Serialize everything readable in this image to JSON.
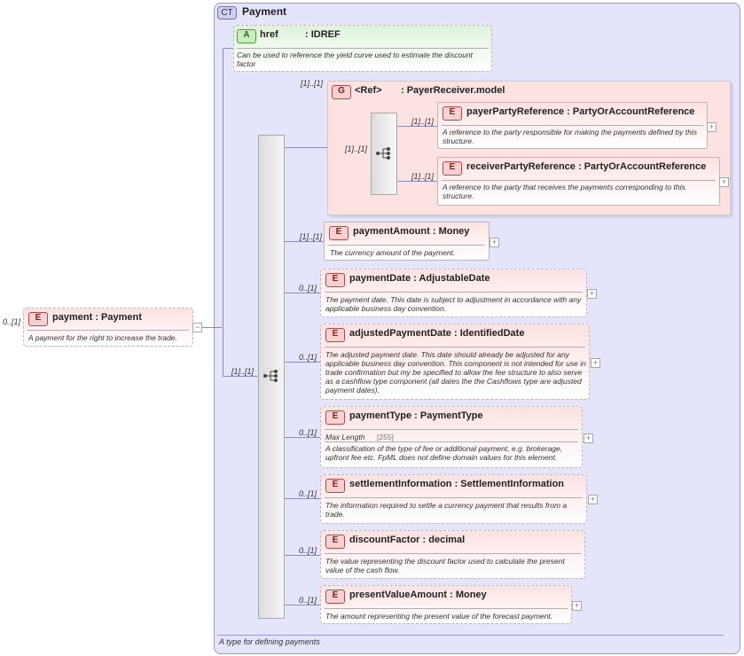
{
  "complex_type": {
    "badge": "CT",
    "title": "Payment",
    "documentation": "A type for defining payments"
  },
  "attribute": {
    "badge": "A",
    "name": "href",
    "type": ": IDREF",
    "documentation": "Can be used to reference the yield curve used to estimate the discount factor"
  },
  "root": {
    "badge": "E",
    "cardinality": "0..[1]",
    "name": "payment",
    "type": ": Payment",
    "documentation": "A payment for the right to increase the trade."
  },
  "sequence_cardinality": "[1]..[1]",
  "group": {
    "badge": "G",
    "cardinality": "[1]..[1]",
    "name": "<Ref>",
    "type": ": PayerReceiver.model",
    "choice_cardinality": "[1]..[1]",
    "elements": [
      {
        "badge": "E",
        "cardinality": "[1]..[1]",
        "name": "payerPartyReference",
        "type": ": PartyOrAccountReference",
        "documentation": "A reference to the party responsible for making the payments defined by this structure."
      },
      {
        "badge": "E",
        "cardinality": "[1]..[1]",
        "name": "receiverPartyReference",
        "type": ": PartyOrAccountReference",
        "documentation": "A reference to the party that receives the payments corresponding to this structure."
      }
    ]
  },
  "elements": [
    {
      "badge": "E",
      "cardinality": "[1]..[1]",
      "name": "paymentAmount",
      "type": ": Money",
      "documentation": "The currency amount of the payment."
    },
    {
      "badge": "E",
      "cardinality": "0..[1]",
      "name": "paymentDate",
      "type": ": AdjustableDate",
      "documentation": "The payment date. This date is subject to adjustment in accordance with any applicable business day convention."
    },
    {
      "badge": "E",
      "cardinality": "0..[1]",
      "name": "adjustedPaymentDate",
      "type": ": IdentifiedDate",
      "documentation": "The adjusted payment date. This date should already be adjusted for any applicable business day convention. This component is not intended for use in trade confirmation but my be specified to allow the fee structure to also serve as a cashflow type component (all dates the the Cashflows type are adjusted payment dates)."
    },
    {
      "badge": "E",
      "cardinality": "0..[1]",
      "name": "paymentType",
      "type": ": PaymentType",
      "facet_label": "Max Length",
      "facet_value": "[255]",
      "documentation": "A classification of the type of fee or additional payment, e.g. brokerage, upfront fee etc. FpML does not define domain values for this element."
    },
    {
      "badge": "E",
      "cardinality": "0..[1]",
      "name": "settlementInformation",
      "type": ": SettlementInformation",
      "documentation": "The information required to settle a currency payment that results from a trade."
    },
    {
      "badge": "E",
      "cardinality": "0..[1]",
      "name": "discountFactor",
      "type": ": decimal",
      "documentation": "The value representing the discount factor used to calculate the present value of the cash flow."
    },
    {
      "badge": "E",
      "cardinality": "0..[1]",
      "name": "presentValueAmount",
      "type": ": Money",
      "documentation": "The amount representing the present value of the forecast payment."
    }
  ],
  "icons": {
    "expand": "plus-icon",
    "collapse": "minus-icon",
    "sequence": "sequence-icon",
    "choice": "choice-icon"
  }
}
